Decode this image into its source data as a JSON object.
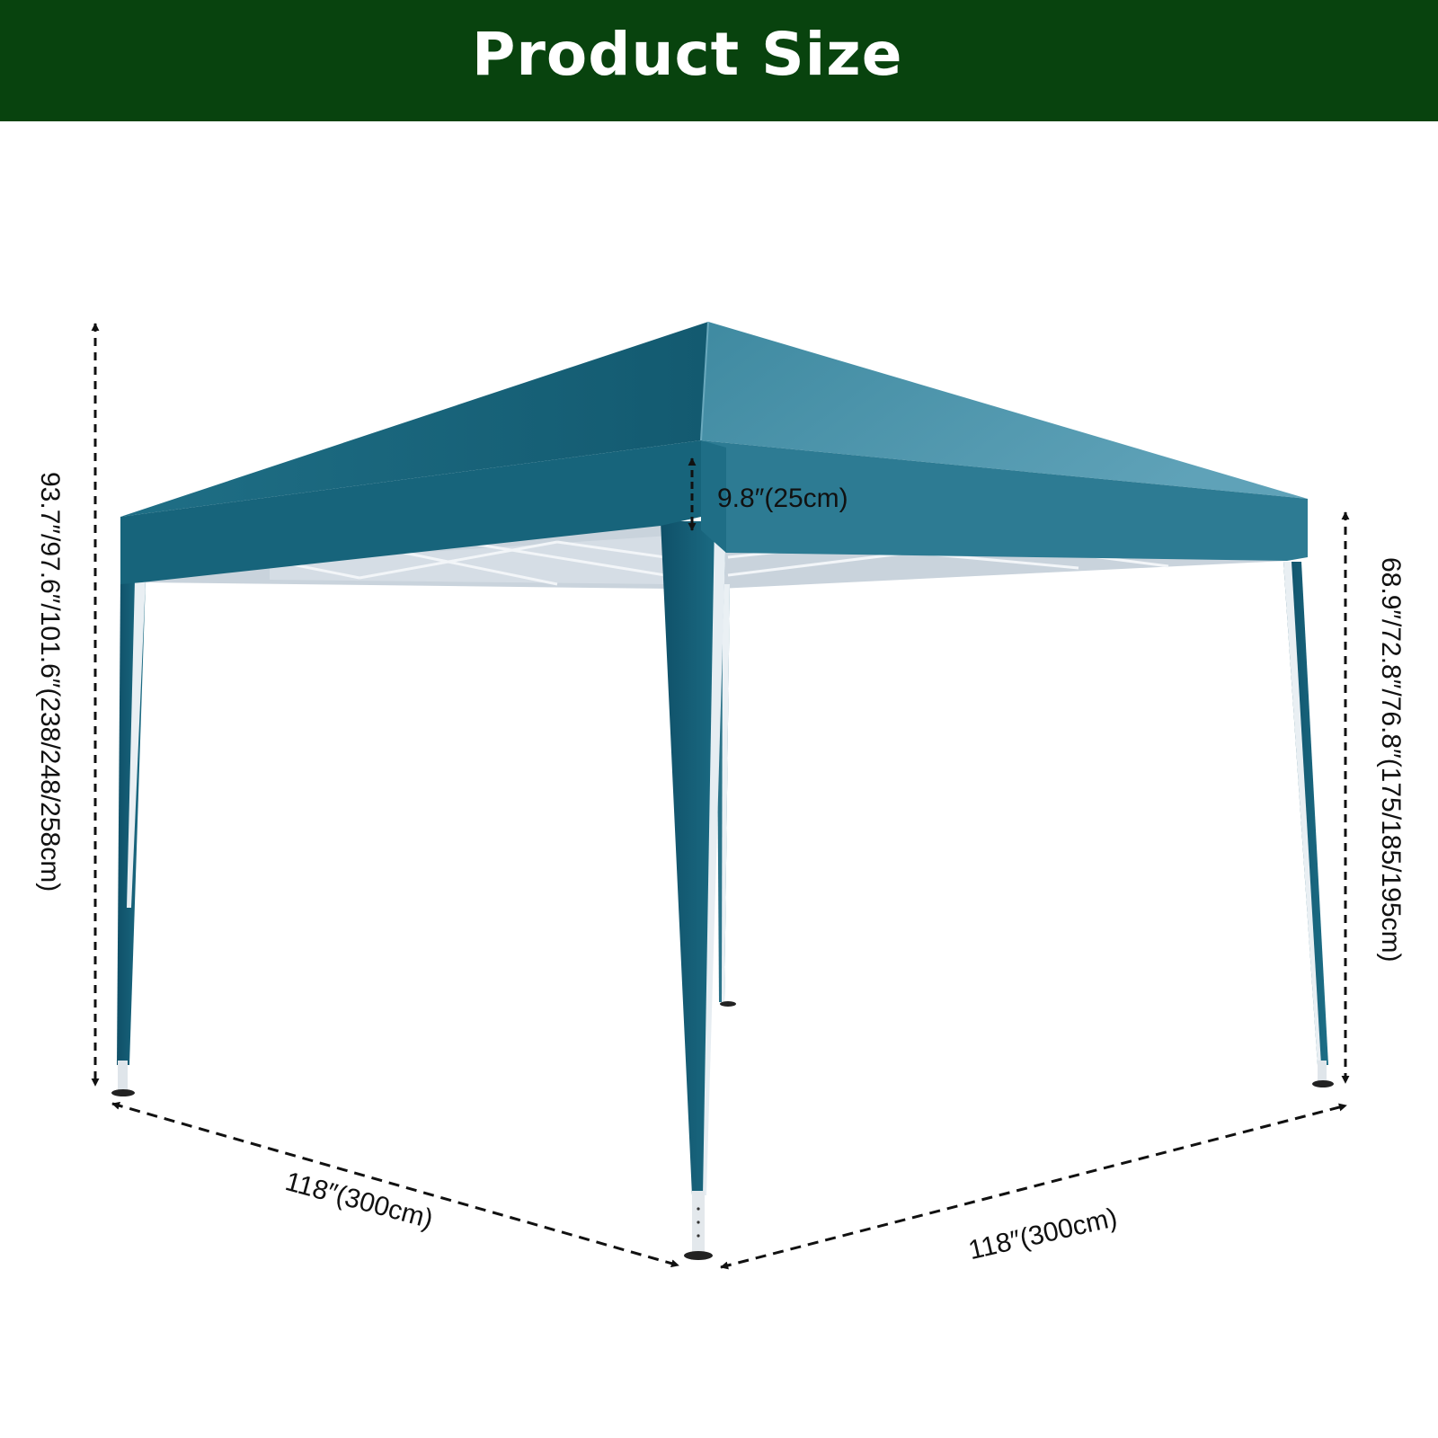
{
  "header": {
    "title": "Product Size"
  },
  "dimensions": {
    "total_height": "93.7″/97.6″/101.6″(238/248/258cm)",
    "eave_height": "68.9″/72.8″/76.8″(175/185/195cm)",
    "valance_drop": "9.8″(25cm)",
    "width_left": "118″(300cm)",
    "width_right": "118″(300cm)"
  },
  "colors": {
    "header_background": "#08430e",
    "canopy": "#1b6b80",
    "canopy_light": "#4f97ad",
    "canopy_dark": "#0f4f66",
    "frame": "#e8eef2"
  }
}
